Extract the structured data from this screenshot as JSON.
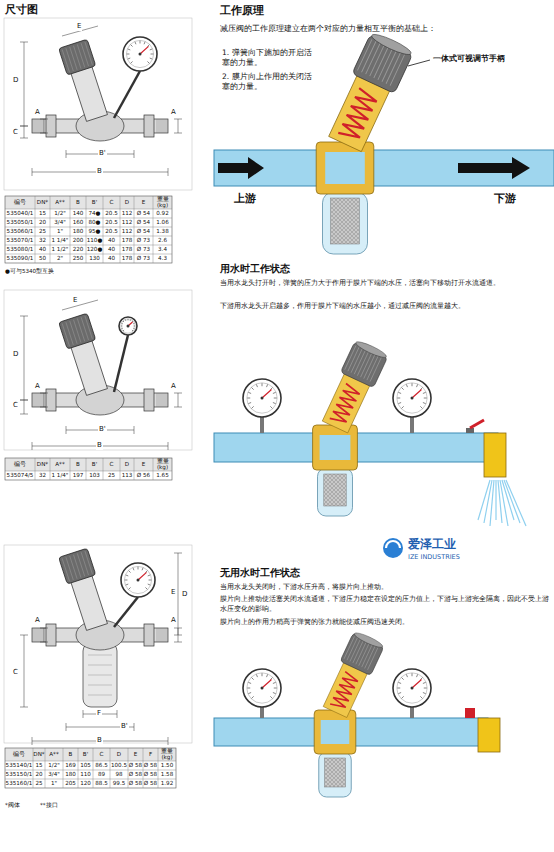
{
  "diagram": {
    "labels": [
      "尺寸图",
      "E",
      "D",
      "C",
      "A",
      "B'",
      "B",
      "A",
      "编号",
      "DN*",
      "A**",
      "B",
      "B'",
      "C",
      "D",
      "E",
      "重量 (kg)",
      "535040/1",
      "15",
      "1/2\"",
      "140",
      "74●",
      "20.5",
      "112",
      "Ø 54",
      "0.92",
      "535050/1",
      "20",
      "3/4\"",
      "160",
      "80●",
      "20.5",
      "112",
      "Ø 54",
      "1.06",
      "535060/1",
      "25",
      "1\"",
      "180",
      "95●",
      "20.5",
      "112",
      "Ø 54",
      "1.38",
      "535070/1",
      "32",
      "1 1/4\"",
      "200",
      "110●",
      "40",
      "178",
      "Ø 73",
      "2.6",
      "535080/1",
      "40",
      "1 1/2\"",
      "220",
      "120●",
      "40",
      "178",
      "Ø 73",
      "3.4",
      "535090/1",
      "50",
      "2\"",
      "250",
      "130",
      "40",
      "178",
      "Ø 73",
      "4.3",
      "●可与5340型互换",
      "E",
      "D",
      "C",
      "A",
      "A",
      "B'",
      "B",
      "编号",
      "DN*",
      "A**",
      "B",
      "B'",
      "C",
      "D",
      "E",
      "重量 (kg)",
      "535074/5",
      "32",
      "1 1/4\"",
      "197",
      "103",
      "25",
      "113",
      "Ø 56",
      "1.65",
      "E",
      "D",
      "A",
      "C",
      "A",
      "F",
      "B'",
      "B",
      "编号",
      "DN*",
      "A**",
      "B",
      "B'",
      "C",
      "D",
      "E",
      "F",
      "重量 (kg)",
      "535140/1",
      "15",
      "1/2\"",
      "169",
      "105",
      "86.5",
      "100.5",
      "Ø 58",
      "Ø 58",
      "1.50",
      "535150/1",
      "20",
      "3/4\"",
      "180",
      "110",
      "89",
      "98",
      "Ø 58",
      "Ø 58",
      "1.58",
      "535160/1",
      "25",
      "1\"",
      "205",
      "120",
      "88.5",
      "99.5",
      "Ø 58",
      "Ø 58",
      "1.92",
      "*阀体",
      "**接口",
      "工作原理",
      "减压阀的工作原理建立在两个对应的力量相互平衡的基础上：",
      "1. 弹簧向下施加的开启活塞的力量。",
      "2. 膜片向上作用的关闭活塞的力量。",
      "一体式可视调节手柄",
      "上游",
      "下游",
      "用水时工作状态",
      "当用水龙头打开时，弹簧的压力大于作用于膜片下端的水压，活塞向下移动打开水流通道。",
      "下游用水龙头开启越多，作用于膜片下端的水压越小，通过减压阀的流量越大。",
      "爱泽工业",
      "IZE INDUSTRIES",
      "无用水时工作状态",
      "当用水龙头关闭时，下游水压升高，将膜片向上推动。",
      "膜片向上推动使活塞关闭水流通道，下游压力稳定在设定的压力值上，下游与上游完全隔离，因此不受上游水压变化的影响。",
      "膜片向上的作用力稍高于弹簧的张力就能使减压阀迅速关闭。"
    ]
  }
}
